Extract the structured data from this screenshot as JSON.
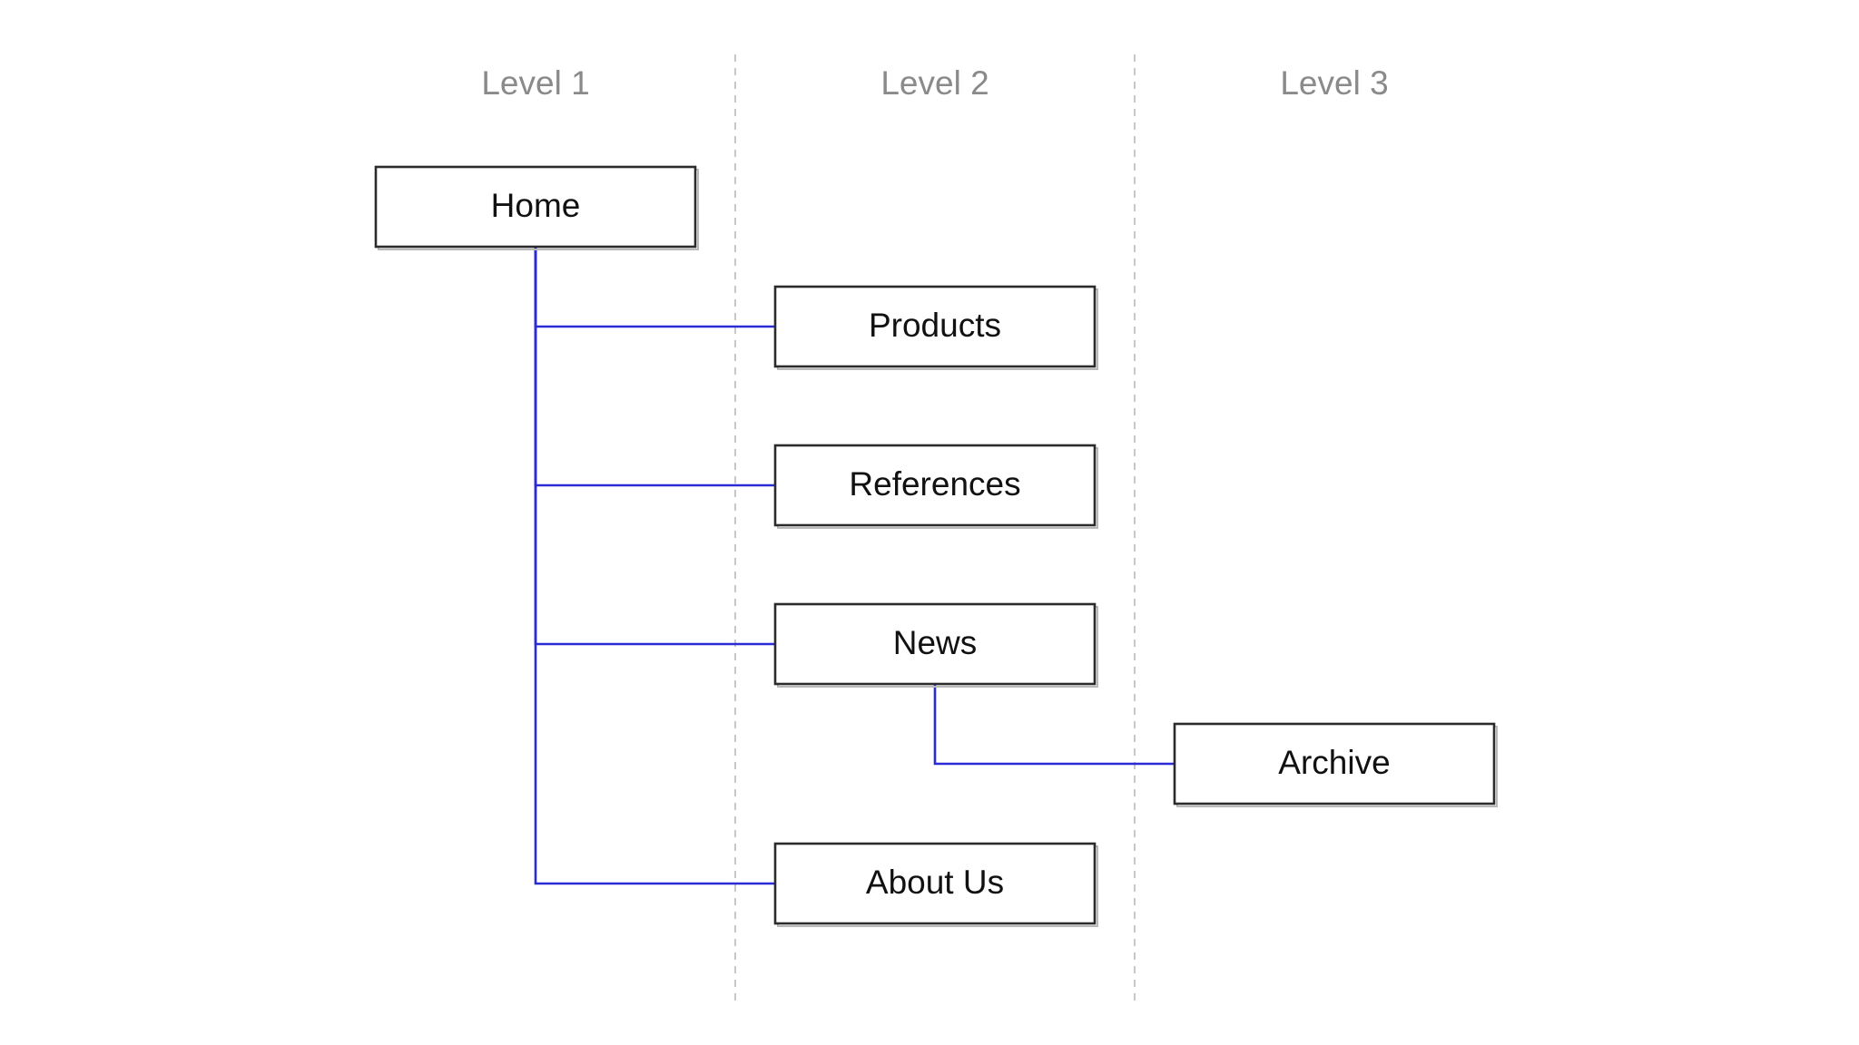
{
  "diagram": {
    "colors": {
      "connector": "#2a2ad6",
      "box_border": "#2b2b2b",
      "box_text": "#111111",
      "level_label": "#8a8a8a",
      "divider": "#c8c8c8",
      "background": "#ffffff"
    },
    "levels": [
      {
        "id": "level-1",
        "label": "Level 1"
      },
      {
        "id": "level-2",
        "label": "Level 2"
      },
      {
        "id": "level-3",
        "label": "Level 3"
      }
    ],
    "nodes": [
      {
        "id": "home",
        "label": "Home",
        "level": 1,
        "parent": null
      },
      {
        "id": "products",
        "label": "Products",
        "level": 2,
        "parent": "home"
      },
      {
        "id": "references",
        "label": "References",
        "level": 2,
        "parent": "home"
      },
      {
        "id": "news",
        "label": "News",
        "level": 2,
        "parent": "home"
      },
      {
        "id": "archive",
        "label": "Archive",
        "level": 3,
        "parent": "news"
      },
      {
        "id": "about-us",
        "label": "About Us",
        "level": 2,
        "parent": "home"
      }
    ]
  }
}
